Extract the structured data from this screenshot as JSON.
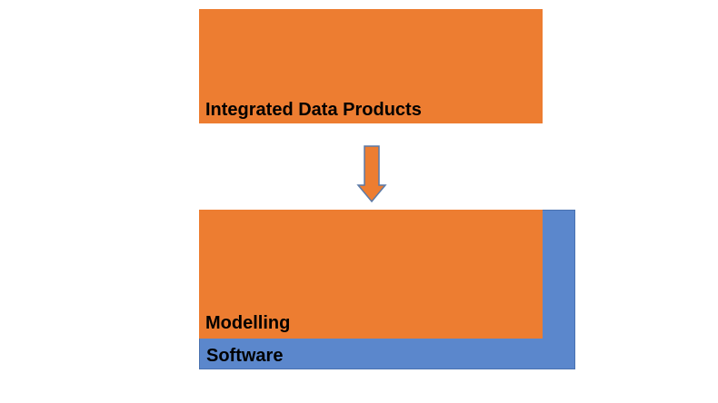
{
  "diagram": {
    "top_block": {
      "label": "Integrated Data Products"
    },
    "stack": {
      "upper_layer": {
        "label": "Modelling"
      },
      "base_layer": {
        "label": "Software"
      }
    }
  },
  "colors": {
    "orange": "#ed7d31",
    "blue": "#5b87cc",
    "arrow_stroke": "#5a7aa8"
  }
}
